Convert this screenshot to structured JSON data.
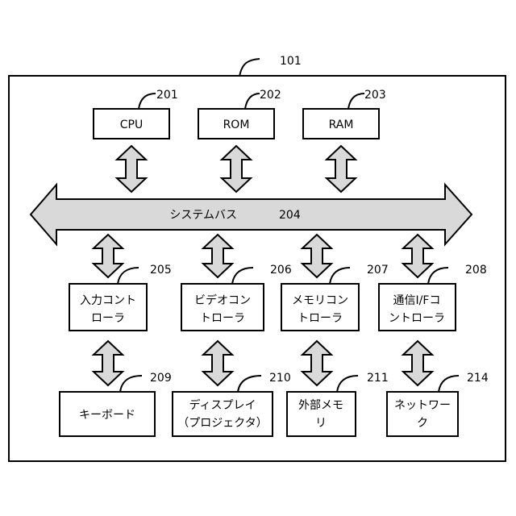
{
  "system": {
    "ref": "101"
  },
  "bus": {
    "label": "システムバス",
    "ref": "204"
  },
  "colors": {
    "arrow_fill": "#d9d9d9",
    "stroke": "#000000",
    "background": "#ffffff"
  },
  "top_blocks": [
    {
      "label": "CPU",
      "ref": "201"
    },
    {
      "label": "ROM",
      "ref": "202"
    },
    {
      "label": "RAM",
      "ref": "203"
    }
  ],
  "controllers": [
    {
      "line1": "入力コント",
      "line2": "ローラ",
      "ref": "205"
    },
    {
      "line1": "ビデオコン",
      "line2": "トローラ",
      "ref": "206"
    },
    {
      "line1": "メモリコン",
      "line2": "トローラ",
      "ref": "207"
    },
    {
      "line1": "通信I/Fコ",
      "line2": "ントローラ",
      "ref": "208"
    }
  ],
  "devices": [
    {
      "line1": "キーボード",
      "line2": "",
      "ref": "209"
    },
    {
      "line1": "ディスプレイ",
      "line2": "（プロジェクタ）",
      "ref": "210"
    },
    {
      "line1": "外部メモ",
      "line2": "リ",
      "ref": "211"
    },
    {
      "line1": "ネットワー",
      "line2": "ク",
      "ref": "214"
    }
  ]
}
